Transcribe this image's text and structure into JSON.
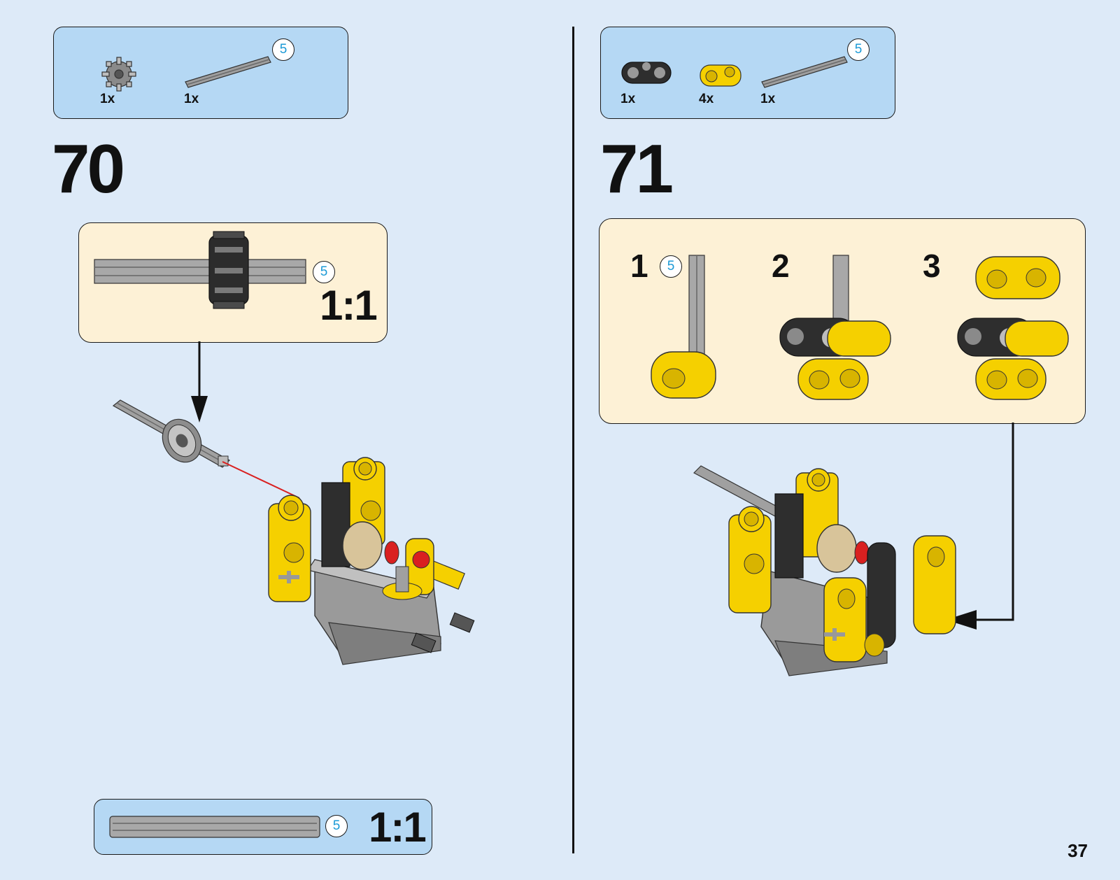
{
  "page": {
    "number": "37"
  },
  "steps": [
    {
      "number": "70",
      "parts": [
        {
          "qty": "1x",
          "icon": "gear-icon"
        },
        {
          "qty": "1x",
          "icon": "axle-icon",
          "length": "5"
        }
      ],
      "callout": {
        "length": "5",
        "scale": "1:1"
      },
      "scale_ruler": {
        "length": "5",
        "scale": "1:1"
      }
    },
    {
      "number": "71",
      "parts": [
        {
          "qty": "1x",
          "icon": "dark-connector-icon"
        },
        {
          "qty": "4x",
          "icon": "yellow-connector-icon"
        },
        {
          "qty": "1x",
          "icon": "axle-icon",
          "length": "5"
        }
      ],
      "substeps": [
        {
          "label": "1",
          "length": "5"
        },
        {
          "label": "2"
        },
        {
          "label": "3"
        }
      ]
    }
  ],
  "colors": {
    "background": "#ddeaf8",
    "parts_box": "#b5d8f4",
    "callout_box": "#fdf1d6",
    "yellow": "#f5d000",
    "length_badge": "#1c9ad6"
  }
}
